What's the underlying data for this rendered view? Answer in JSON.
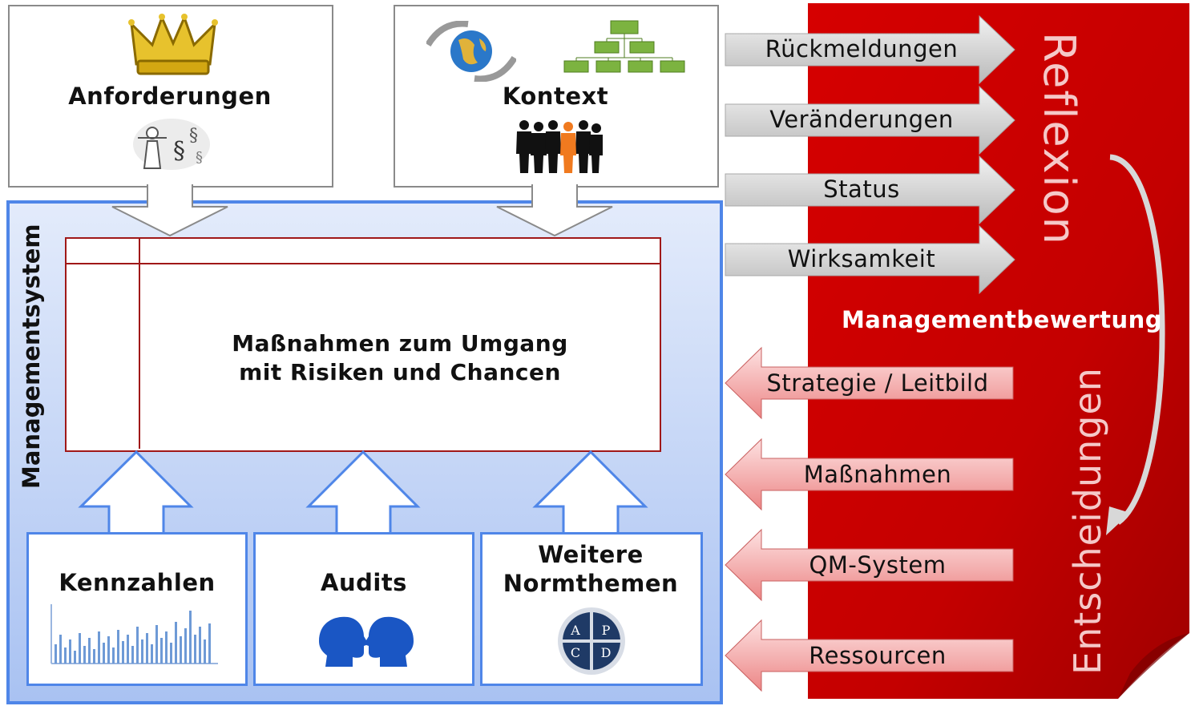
{
  "top_boxes": {
    "requirements": {
      "title": "Anforderungen",
      "icons": [
        "crown-icon",
        "justice-paragraph-icon"
      ]
    },
    "context": {
      "title": "Kontext",
      "icons": [
        "globe-icon",
        "org-chart-icon",
        "people-silhouettes-icon"
      ]
    }
  },
  "management_system": {
    "label": "Managementsystem",
    "center_box_text_line1": "Maßnahmen zum Umgang",
    "center_box_text_line2": "mit Risiken und Chancen",
    "bottom_boxes": [
      {
        "title": "Kennzahlen",
        "icon": "bar-chart-icon"
      },
      {
        "title": "Audits",
        "icon": "two-heads-icon"
      },
      {
        "title_line1": "Weitere",
        "title_line2": "Normthemen",
        "icon": "pdca-cycle-icon",
        "pdca_letters": [
          "A",
          "P",
          "C",
          "D"
        ]
      }
    ]
  },
  "review": {
    "title": "Managementbewertung",
    "reflexion_label": "Reflexion",
    "decisions_label": "Entscheidungen",
    "inputs": [
      "Rückmeldungen",
      "Veränderungen",
      "Status",
      "Wirksamkeit"
    ],
    "outputs": [
      "Strategie / Leitbild",
      "Maßnahmen",
      "QM-System",
      "Ressourcen"
    ]
  },
  "colors": {
    "review_red": "#cc0000",
    "system_blue": "#4f86e8",
    "system_fill": "#c5d6f8",
    "input_arrow_gray": "#d4d4d4",
    "output_arrow_pink": "#f3a0a0",
    "center_box_border": "#a01818"
  }
}
